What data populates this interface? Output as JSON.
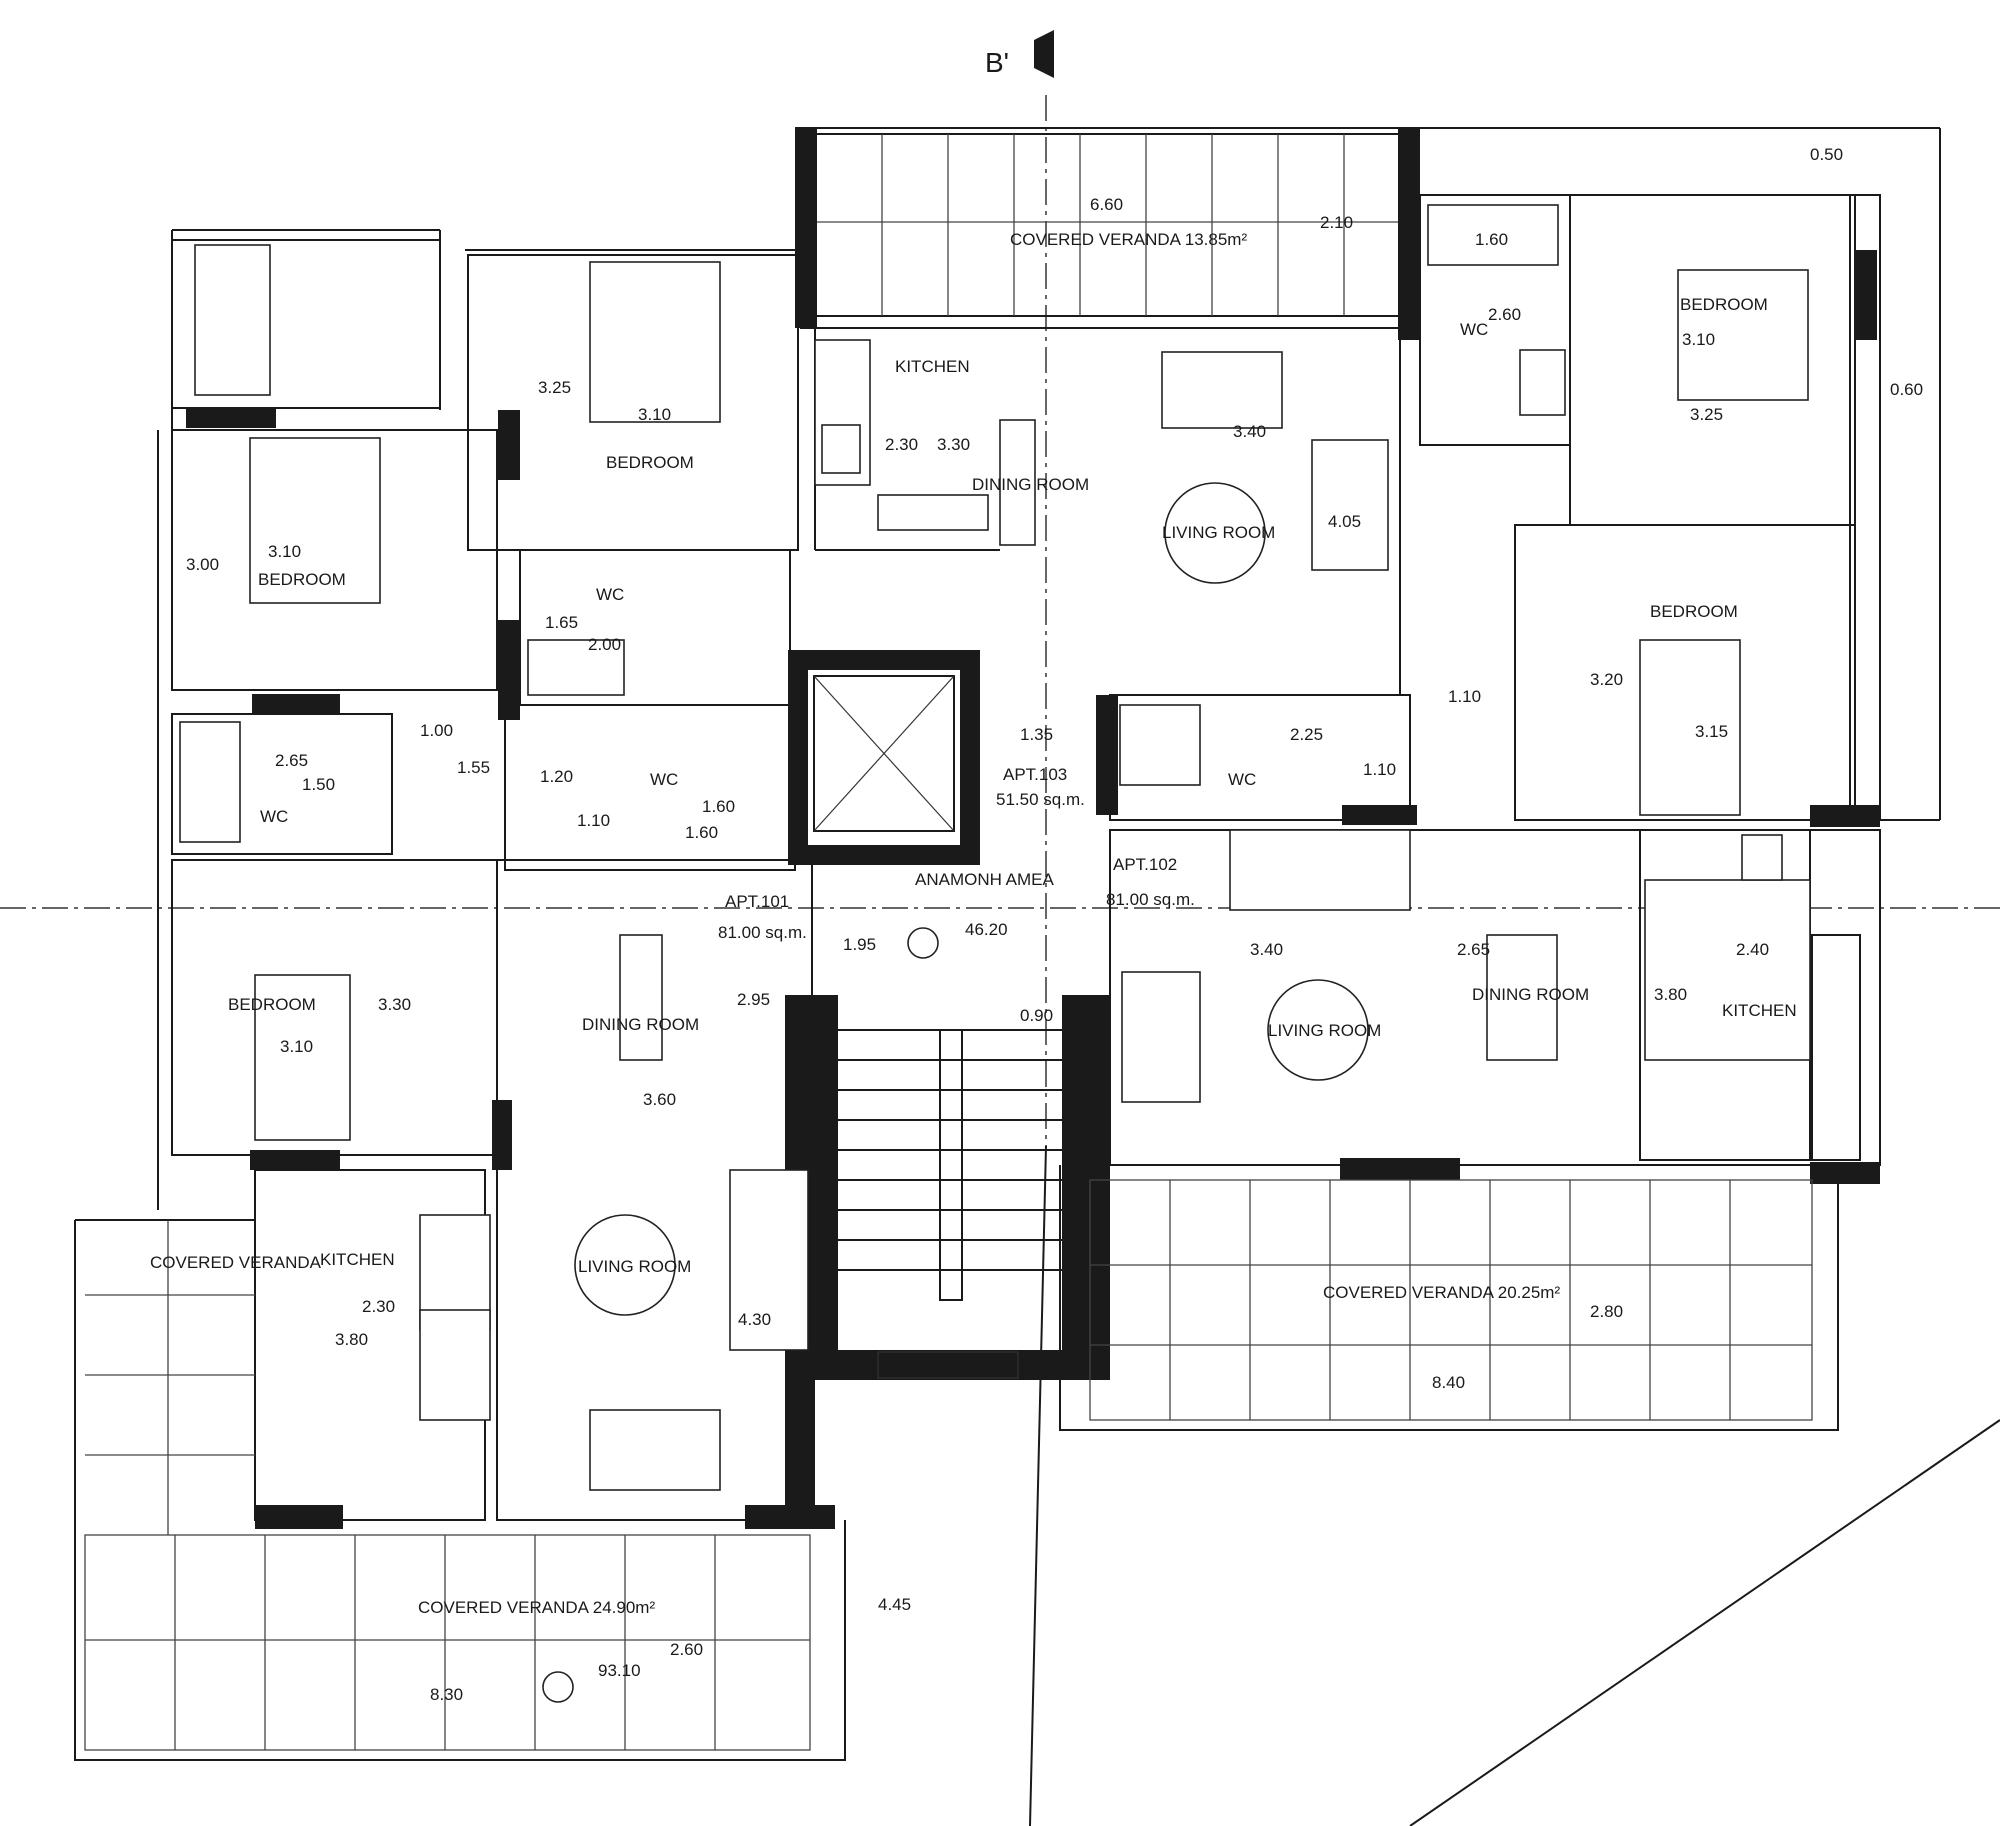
{
  "section_mark": "B'",
  "rooms": [
    {
      "id": "veranda-top",
      "label": "COVERED VERANDA 13.85m²"
    },
    {
      "id": "kitchen-top",
      "label": "KITCHEN"
    },
    {
      "id": "dining-top",
      "label": "DINING ROOM"
    },
    {
      "id": "living-top",
      "label": "LIVING ROOM"
    },
    {
      "id": "bedroom-top-mid",
      "label": "BEDROOM"
    },
    {
      "id": "bedroom-left-upper",
      "label": "BEDROOM"
    },
    {
      "id": "wc-left-upper",
      "label": "WC"
    },
    {
      "id": "wc-left-lower",
      "label": "WC"
    },
    {
      "id": "wc-center",
      "label": "WC"
    },
    {
      "id": "wc-right-upper",
      "label": "WC"
    },
    {
      "id": "wc-right-mid",
      "label": "WC"
    },
    {
      "id": "bedroom-right-upper",
      "label": "BEDROOM"
    },
    {
      "id": "bedroom-right-lower",
      "label": "BEDROOM"
    },
    {
      "id": "bedroom-left-lower",
      "label": "BEDROOM"
    },
    {
      "id": "dining-left",
      "label": "DINING ROOM"
    },
    {
      "id": "living-left",
      "label": "LIVING ROOM"
    },
    {
      "id": "kitchen-left",
      "label": "KITCHEN"
    },
    {
      "id": "veranda-left",
      "label": "COVERED VERANDA"
    },
    {
      "id": "veranda-bottom",
      "label": "COVERED VERANDA 24.90m²"
    },
    {
      "id": "living-right",
      "label": "LIVING ROOM"
    },
    {
      "id": "dining-right",
      "label": "DINING ROOM"
    },
    {
      "id": "kitchen-right",
      "label": "KITCHEN"
    },
    {
      "id": "veranda-right",
      "label": "COVERED VERANDA 20.25m²"
    },
    {
      "id": "lobby",
      "label": "ΑΝΑΜΟΝΗ ΑΜΕΑ"
    }
  ],
  "apartments": [
    {
      "name": "APT.101",
      "area": "81.00 sq.m."
    },
    {
      "name": "APT.102",
      "area": "81.00 sq.m."
    },
    {
      "name": "APT.103",
      "area": "51.50 sq.m."
    }
  ],
  "levels": [
    "46.20",
    "93.10"
  ],
  "dimensions": [
    "6.60",
    "2.10",
    "0.50",
    "1.60",
    "2.60",
    "3.10",
    "3.25",
    "0.60",
    "3.25",
    "3.10",
    "2.30",
    "3.30",
    "3.40",
    "4.05",
    "3.00",
    "3.10",
    "1.65",
    "2.00",
    "1.00",
    "2.65",
    "1.50",
    "1.55",
    "1.20",
    "1.10",
    "1.60",
    "1.60",
    "1.35",
    "2.25",
    "1.10",
    "1.10",
    "3.20",
    "3.15",
    "1.95",
    "2.95",
    "0.90",
    "3.40",
    "2.65",
    "2.40",
    "3.80",
    "3.30",
    "3.10",
    "3.60",
    "2.30",
    "3.80",
    "4.30",
    "2.80",
    "8.40",
    "4.45",
    "2.60",
    "8.30"
  ]
}
